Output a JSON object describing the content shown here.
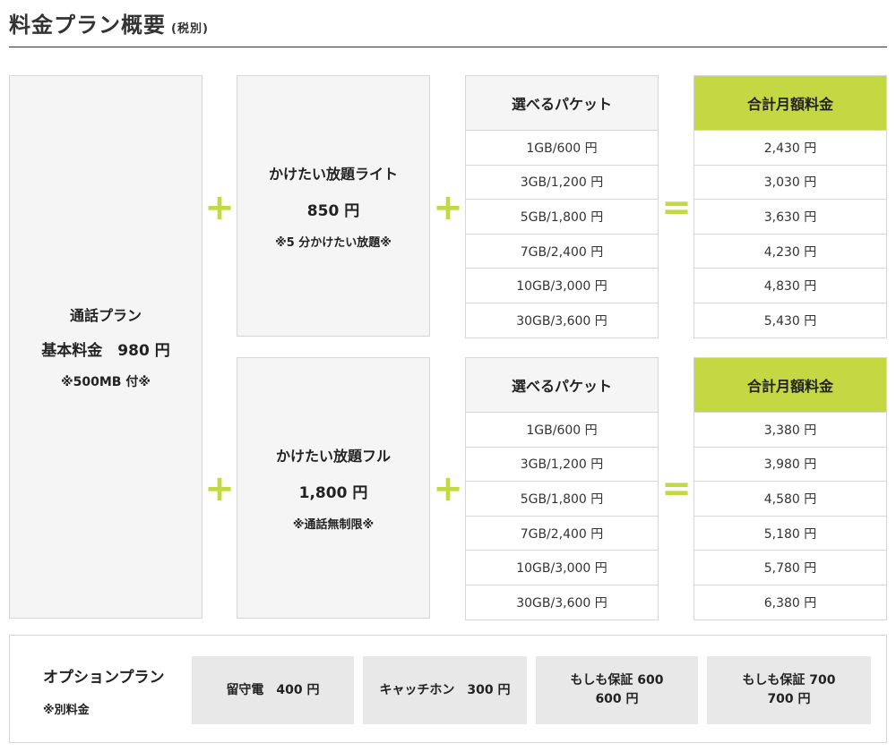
{
  "header": {
    "title": "料金プラン概要",
    "tax_note": "(税別)"
  },
  "base_plan": {
    "name": "通話プラン",
    "price": "基本料金　980 円",
    "note": "※500MB 付※"
  },
  "plans": [
    {
      "call_plan": {
        "name": "かけたい放題ライト",
        "price": "850 円",
        "note": "※5 分かけたい放題※"
      },
      "packet_header": "選べるパケット",
      "packets": [
        "1GB/600 円",
        "3GB/1,200 円",
        "5GB/1,800 円",
        "7GB/2,400 円",
        "10GB/3,000 円",
        "30GB/3,600 円"
      ],
      "total_header": "合計月額料金",
      "totals": [
        "2,430 円",
        "3,030 円",
        "3,630 円",
        "4,230 円",
        "4,830 円",
        "5,430 円"
      ]
    },
    {
      "call_plan": {
        "name": "かけたい放題フル",
        "price": "1,800 円",
        "note": "※通話無制限※"
      },
      "packet_header": "選べるパケット",
      "packets": [
        "1GB/600 円",
        "3GB/1,200 円",
        "5GB/1,800 円",
        "7GB/2,400 円",
        "10GB/3,000 円",
        "30GB/3,600 円"
      ],
      "total_header": "合計月額料金",
      "totals": [
        "3,380 円",
        "3,980 円",
        "4,580 円",
        "5,180 円",
        "5,780 円",
        "6,380 円"
      ]
    }
  ],
  "operators": {
    "plus": "+",
    "equals": "="
  },
  "options": {
    "title": "オプションプラン",
    "note": "※別料金",
    "items": [
      {
        "line1": "留守電　400 円",
        "line2": ""
      },
      {
        "line1": "キャッチホン　300 円",
        "line2": ""
      },
      {
        "line1": "もしも保証 600",
        "line2": "600 円"
      },
      {
        "line1": "もしも保証 700",
        "line2": "700 円"
      }
    ]
  },
  "colors": {
    "accent": "#c4d844",
    "panel": "#f5f5f5",
    "border": "#d6d6d6"
  }
}
